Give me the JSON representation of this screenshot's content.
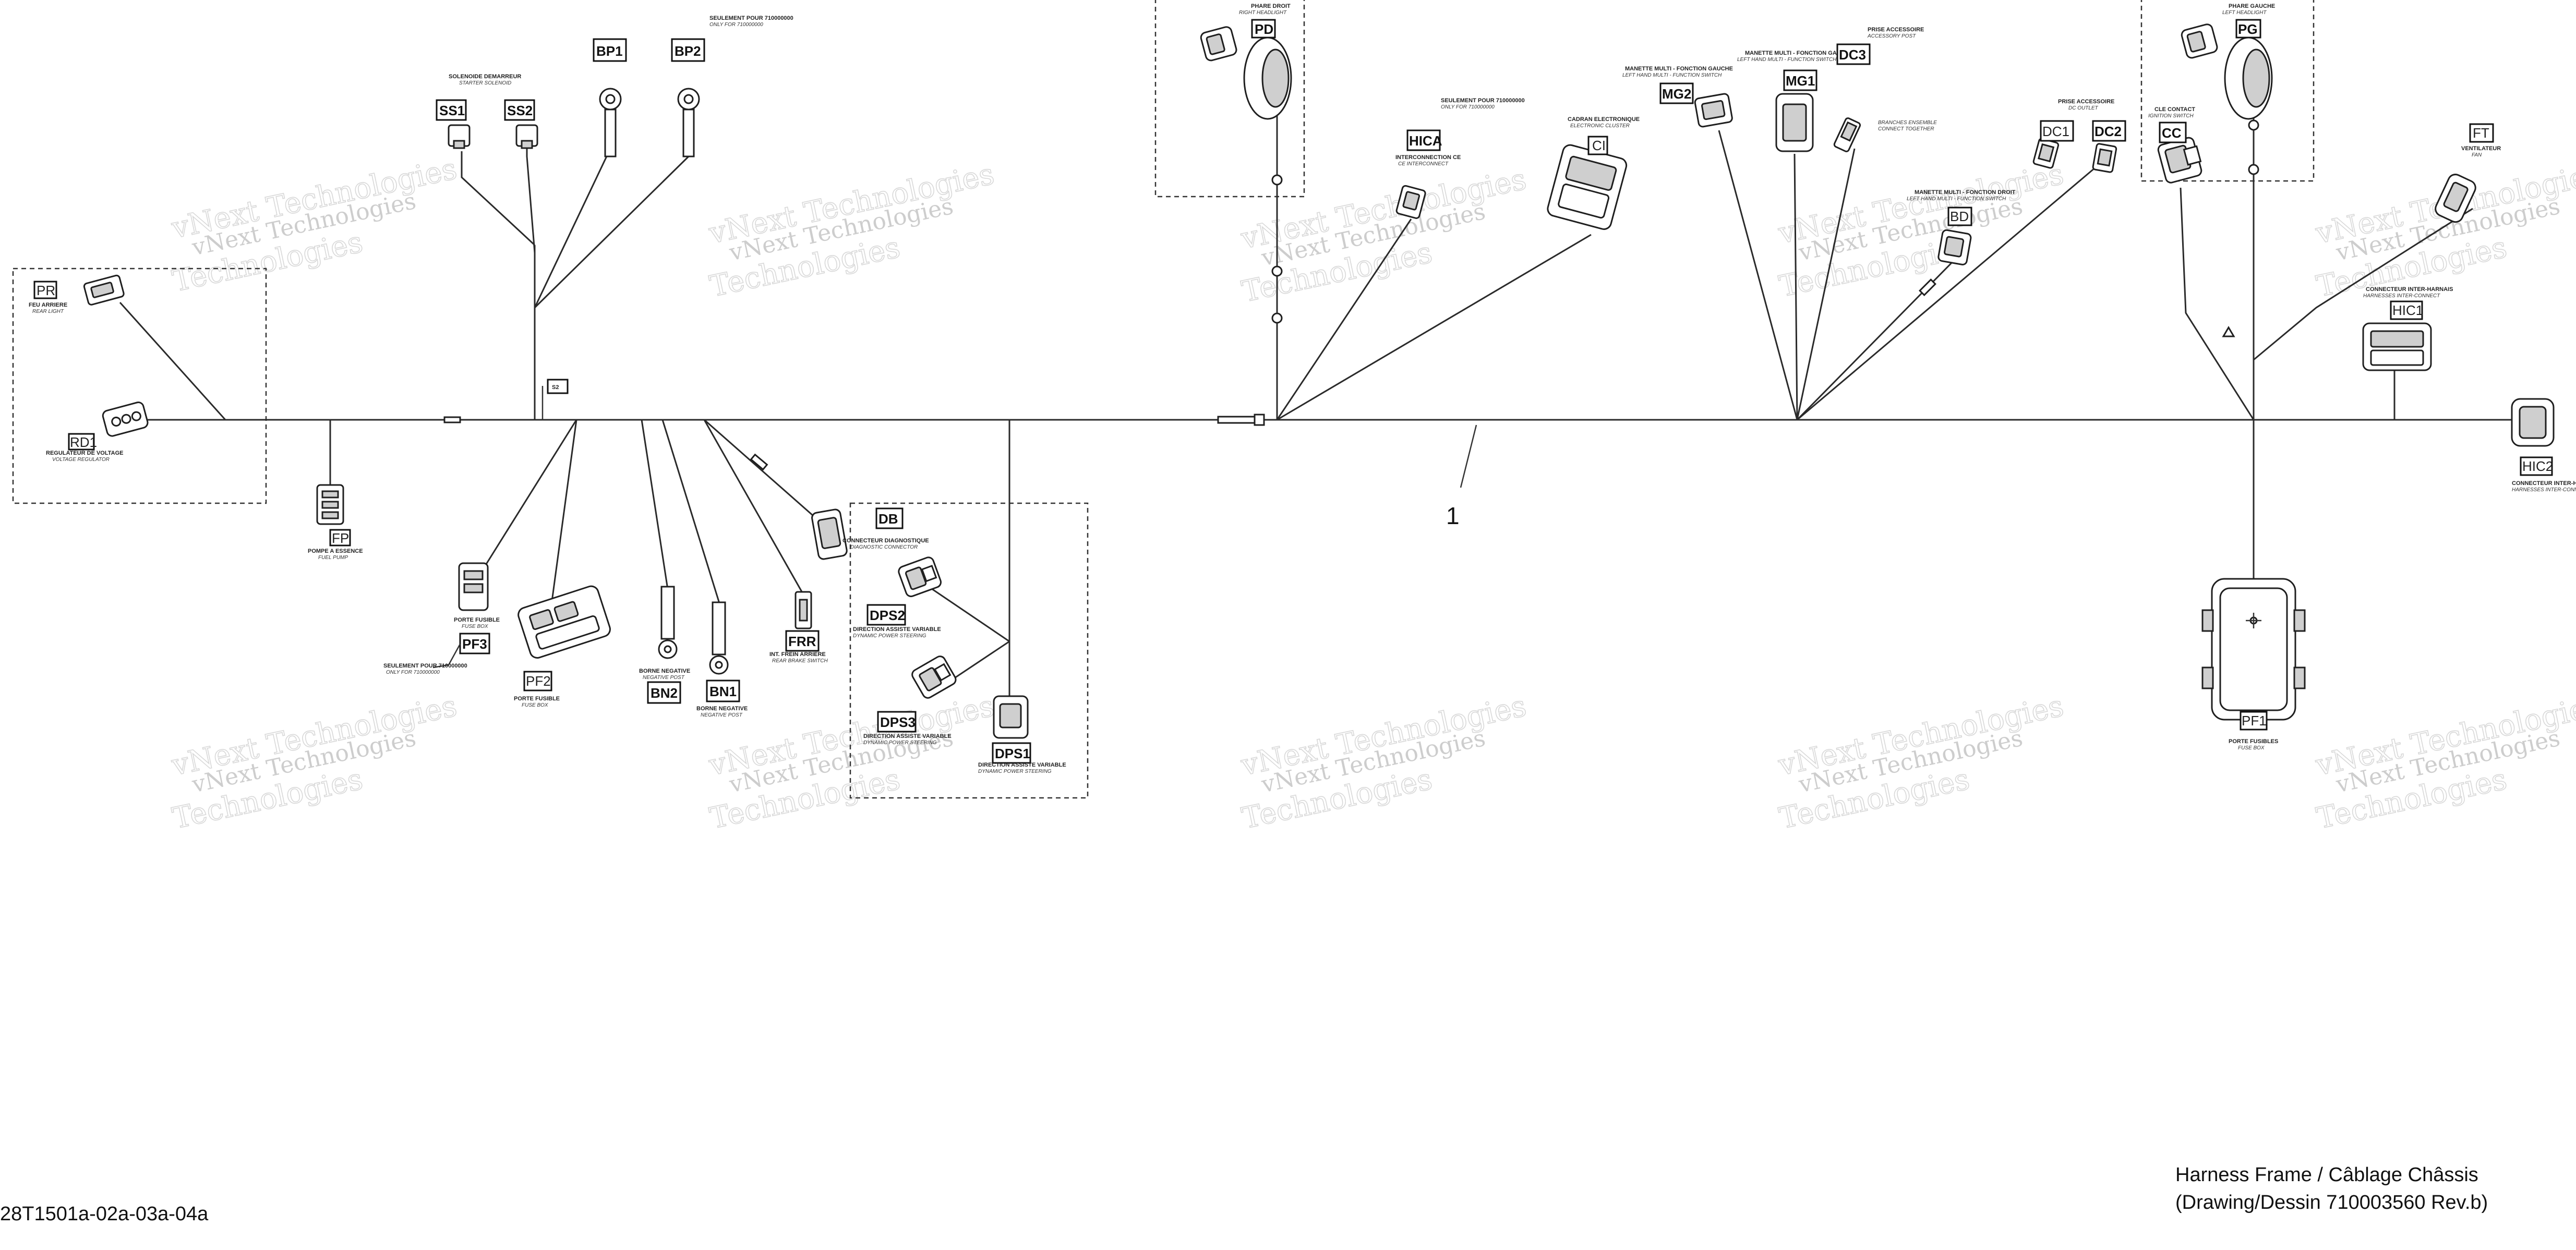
{
  "watermark": {
    "line1": "vNext Technologies",
    "line2": "Technologies"
  },
  "harness_number": "1",
  "connectors": {
    "PR": {
      "code": "PR",
      "fr": "FEU ARRIERE",
      "en": "REAR LIGHT"
    },
    "RD1": {
      "code": "RD1",
      "fr": "REGULATEUR DE VOLTAGE",
      "en": "VOLTAGE REGULATOR"
    },
    "FP": {
      "code": "FP",
      "fr": "POMPE A ESSENCE",
      "en": "FUEL PUMP"
    },
    "SS1": {
      "code": "SS1"
    },
    "SS2": {
      "code": "SS2",
      "fr": "SOLENOIDE DEMARREUR",
      "en": "STARTER SOLENOID"
    },
    "S2": {
      "code": "S2"
    },
    "BP1": {
      "code": "BP1"
    },
    "BP2": {
      "code": "BP2",
      "fr": "SEULEMENT POUR 710000000",
      "en": "ONLY FOR 710000000"
    },
    "PF3": {
      "code": "PF3",
      "fr": "PORTE FUSIBLE",
      "en": "FUSE BOX",
      "note_fr": "SEULEMENT POUR 710000000",
      "note_en": "ONLY FOR 710000000"
    },
    "PF2": {
      "code": "PF2",
      "fr": "PORTE FUSIBLE",
      "en": "FUSE BOX"
    },
    "BN2": {
      "code": "BN2",
      "fr": "BORNE NEGATIVE",
      "en": "NEGATIVE POST"
    },
    "BN1": {
      "code": "BN1",
      "fr": "BORNE NEGATIVE",
      "en": "NEGATIVE POST"
    },
    "FRR": {
      "code": "FRR",
      "fr": "INT. FREIN ARRIERE",
      "en": "REAR BRAKE SWITCH"
    },
    "DB": {
      "code": "DB",
      "fr": "CONNECTEUR DIAGNOSTIQUE",
      "en": "DIAGNOSTIC CONNECTOR"
    },
    "DPS2": {
      "code": "DPS2",
      "fr": "DIRECTION ASSISTE VARIABLE",
      "en": "DYNAMIC POWER STEERING"
    },
    "DPS3": {
      "code": "DPS3",
      "fr": "DIRECTION ASSISTE VARIABLE",
      "en": "DYNAMIC POWER STEERING"
    },
    "DPS1": {
      "code": "DPS1",
      "fr": "DIRECTION ASSISTE VARIABLE",
      "en": "DYNAMIC POWER STEERING"
    },
    "PD": {
      "code": "PD",
      "fr": "PHARE DROIT",
      "en": "RIGHT HEADLIGHT"
    },
    "HICA": {
      "code": "HICA",
      "fr": "INTERCONNECTION CE",
      "en": "CE INTERCONNECT",
      "note_fr": "SEULEMENT POUR 710000000",
      "note_en": "ONLY FOR 710000000"
    },
    "CI": {
      "code": "CI",
      "fr": "CADRAN ELECTRONIQUE",
      "en": "ELECTRONIC CLUSTER"
    },
    "MG2": {
      "code": "MG2",
      "fr": "MANETTE MULTI - FONCTION GAUCHE",
      "en": "LEFT HAND MULTI - FUNCTION SWITCH"
    },
    "MG1": {
      "code": "MG1",
      "fr": "MANETTE MULTI - FONCTION GAUCHE",
      "en": "LEFT HAND MULTI - FUNCTION SWITCH"
    },
    "DC3": {
      "code": "DC3",
      "fr": "PRISE ACCESSOIRE",
      "en": "ACCESSORY POST",
      "note_fr": "BRANCHES ENSEMBLE",
      "note_en": "CONNECT TOGETHER"
    },
    "BD": {
      "code": "BD",
      "fr": "MANETTE MULTI - FONCTION DROIT",
      "en": "LEFT HAND MULTI - FUNCTION SWITCH"
    },
    "DC1": {
      "code": "DC1"
    },
    "DC2": {
      "code": "DC2",
      "fr": "PRISE ACCESSOIRE",
      "en": "DC OUTLET"
    },
    "CC": {
      "code": "CC",
      "fr": "CLE CONTACT",
      "en": "IGNITION SWITCH"
    },
    "PG": {
      "code": "PG",
      "fr": "PHARE GAUCHE",
      "en": "LEFT HEADLIGHT"
    },
    "FT": {
      "code": "FT",
      "fr": "VENTILATEUR",
      "en": "FAN"
    },
    "HIC1": {
      "code": "HIC1",
      "fr": "CONNECTEUR INTER-HARNAIS",
      "en": "HARNESSES INTER-CONNECT"
    },
    "HIC2": {
      "code": "HIC2",
      "fr": "CONNECTEUR INTER-HARNAIS",
      "en": "HARNESSES INTER-CONNECT"
    },
    "PF1": {
      "code": "PF1",
      "fr": "PORTE FUSIBLES",
      "en": "FUSE BOX"
    }
  },
  "footer": {
    "left_code": "28T1501a-02a-03a-04a",
    "title": "Harness Frame / Câblage Châssis",
    "drawing": "(Drawing/Dessin 710003560 Rev.b)"
  }
}
